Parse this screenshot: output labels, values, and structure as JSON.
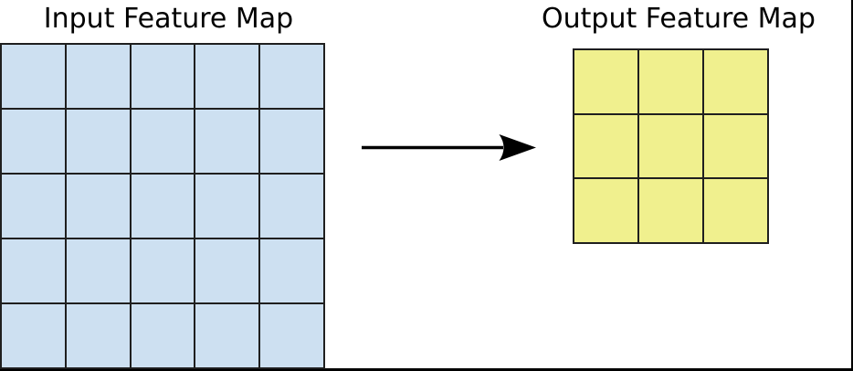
{
  "diagram": {
    "colors": {
      "background": "#ffffff",
      "frame": "#000000",
      "arrow": "#000000",
      "grid_line": "#1f1f1f",
      "input_fill": "#cde0f1",
      "output_fill": "#f0f08e"
    },
    "input_grid": {
      "label": "Input Feature Map",
      "rows": 5,
      "cols": 5,
      "cell_fill": "#cde0f1",
      "line_color": "#1f1f1f",
      "cell_name": "input-grid-cell"
    },
    "output_grid": {
      "label": "Output Feature Map",
      "rows": 3,
      "cols": 3,
      "cell_fill": "#f0f08e",
      "line_color": "#1f1f1f",
      "cell_name": "output-grid-cell"
    },
    "arrow": {
      "name": "input-to-output-arrow",
      "color": "#000000"
    }
  }
}
